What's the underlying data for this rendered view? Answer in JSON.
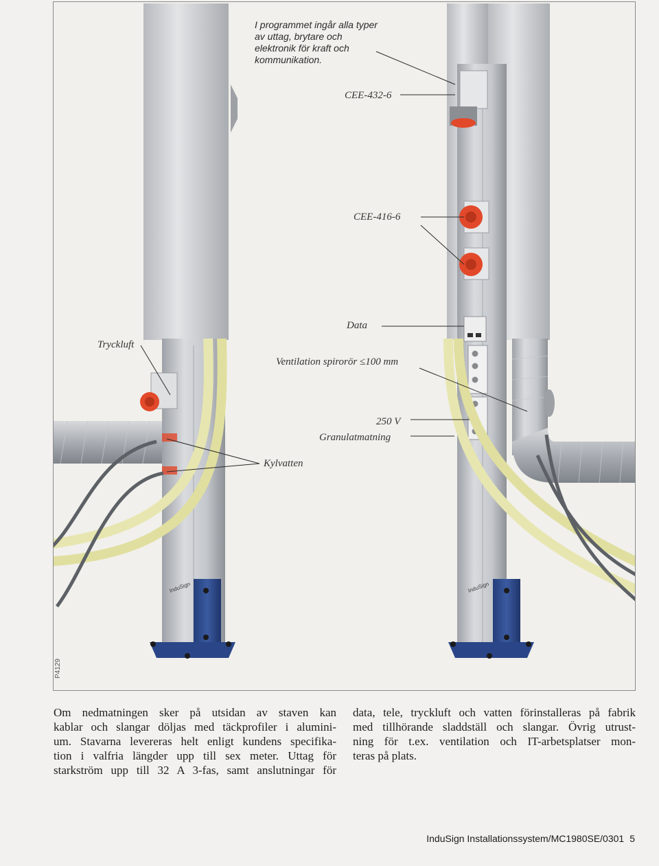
{
  "figure": {
    "intro_lines": [
      "I programmet ingår alla typer",
      "av uttag, brytare och",
      "elektronik för kraft och",
      "kommunikation."
    ],
    "labels": {
      "cee_432": "CEE-432-6",
      "cee_416": "CEE-416-6",
      "data": "Data",
      "tryckluft": "Tryckluft",
      "ventilation": "Ventilation spirorör ≤100 mm",
      "v250": "250 V",
      "granulat": "Granulatmatning",
      "kylvatten": "Kylvatten"
    },
    "reference": "P4129",
    "brand_mark": "InduSign"
  },
  "body": {
    "left_lines": [
      "Om nedmatningen sker på utsidan av staven kan",
      "kablar och slangar döljas med täckprofiler i alumini-",
      "um. Stavarna levereras helt enligt kundens specifika-",
      "tion i valfria längder upp till sex meter. Uttag för",
      "starkström upp till 32 A 3-fas, samt anslutningar för"
    ],
    "right_lines": [
      "data, tele, tryckluft och vatten förinstalleras på fabrik",
      "med tillhörande sladdställ och slangar. Övrig utrust-",
      "ning för t.ex. ventilation och IT-arbetsplatser mon-",
      "teras på plats."
    ]
  },
  "footer": {
    "text": "InduSign Installationssystem/MC1980SE/0301",
    "page": "5"
  },
  "colors": {
    "pole": "#c9ccd1",
    "cover": "#d6d8dc",
    "socket_red": "#e2492a",
    "hose_yellow": "#e7e6b0",
    "base_blue": "#2f4d8f"
  }
}
